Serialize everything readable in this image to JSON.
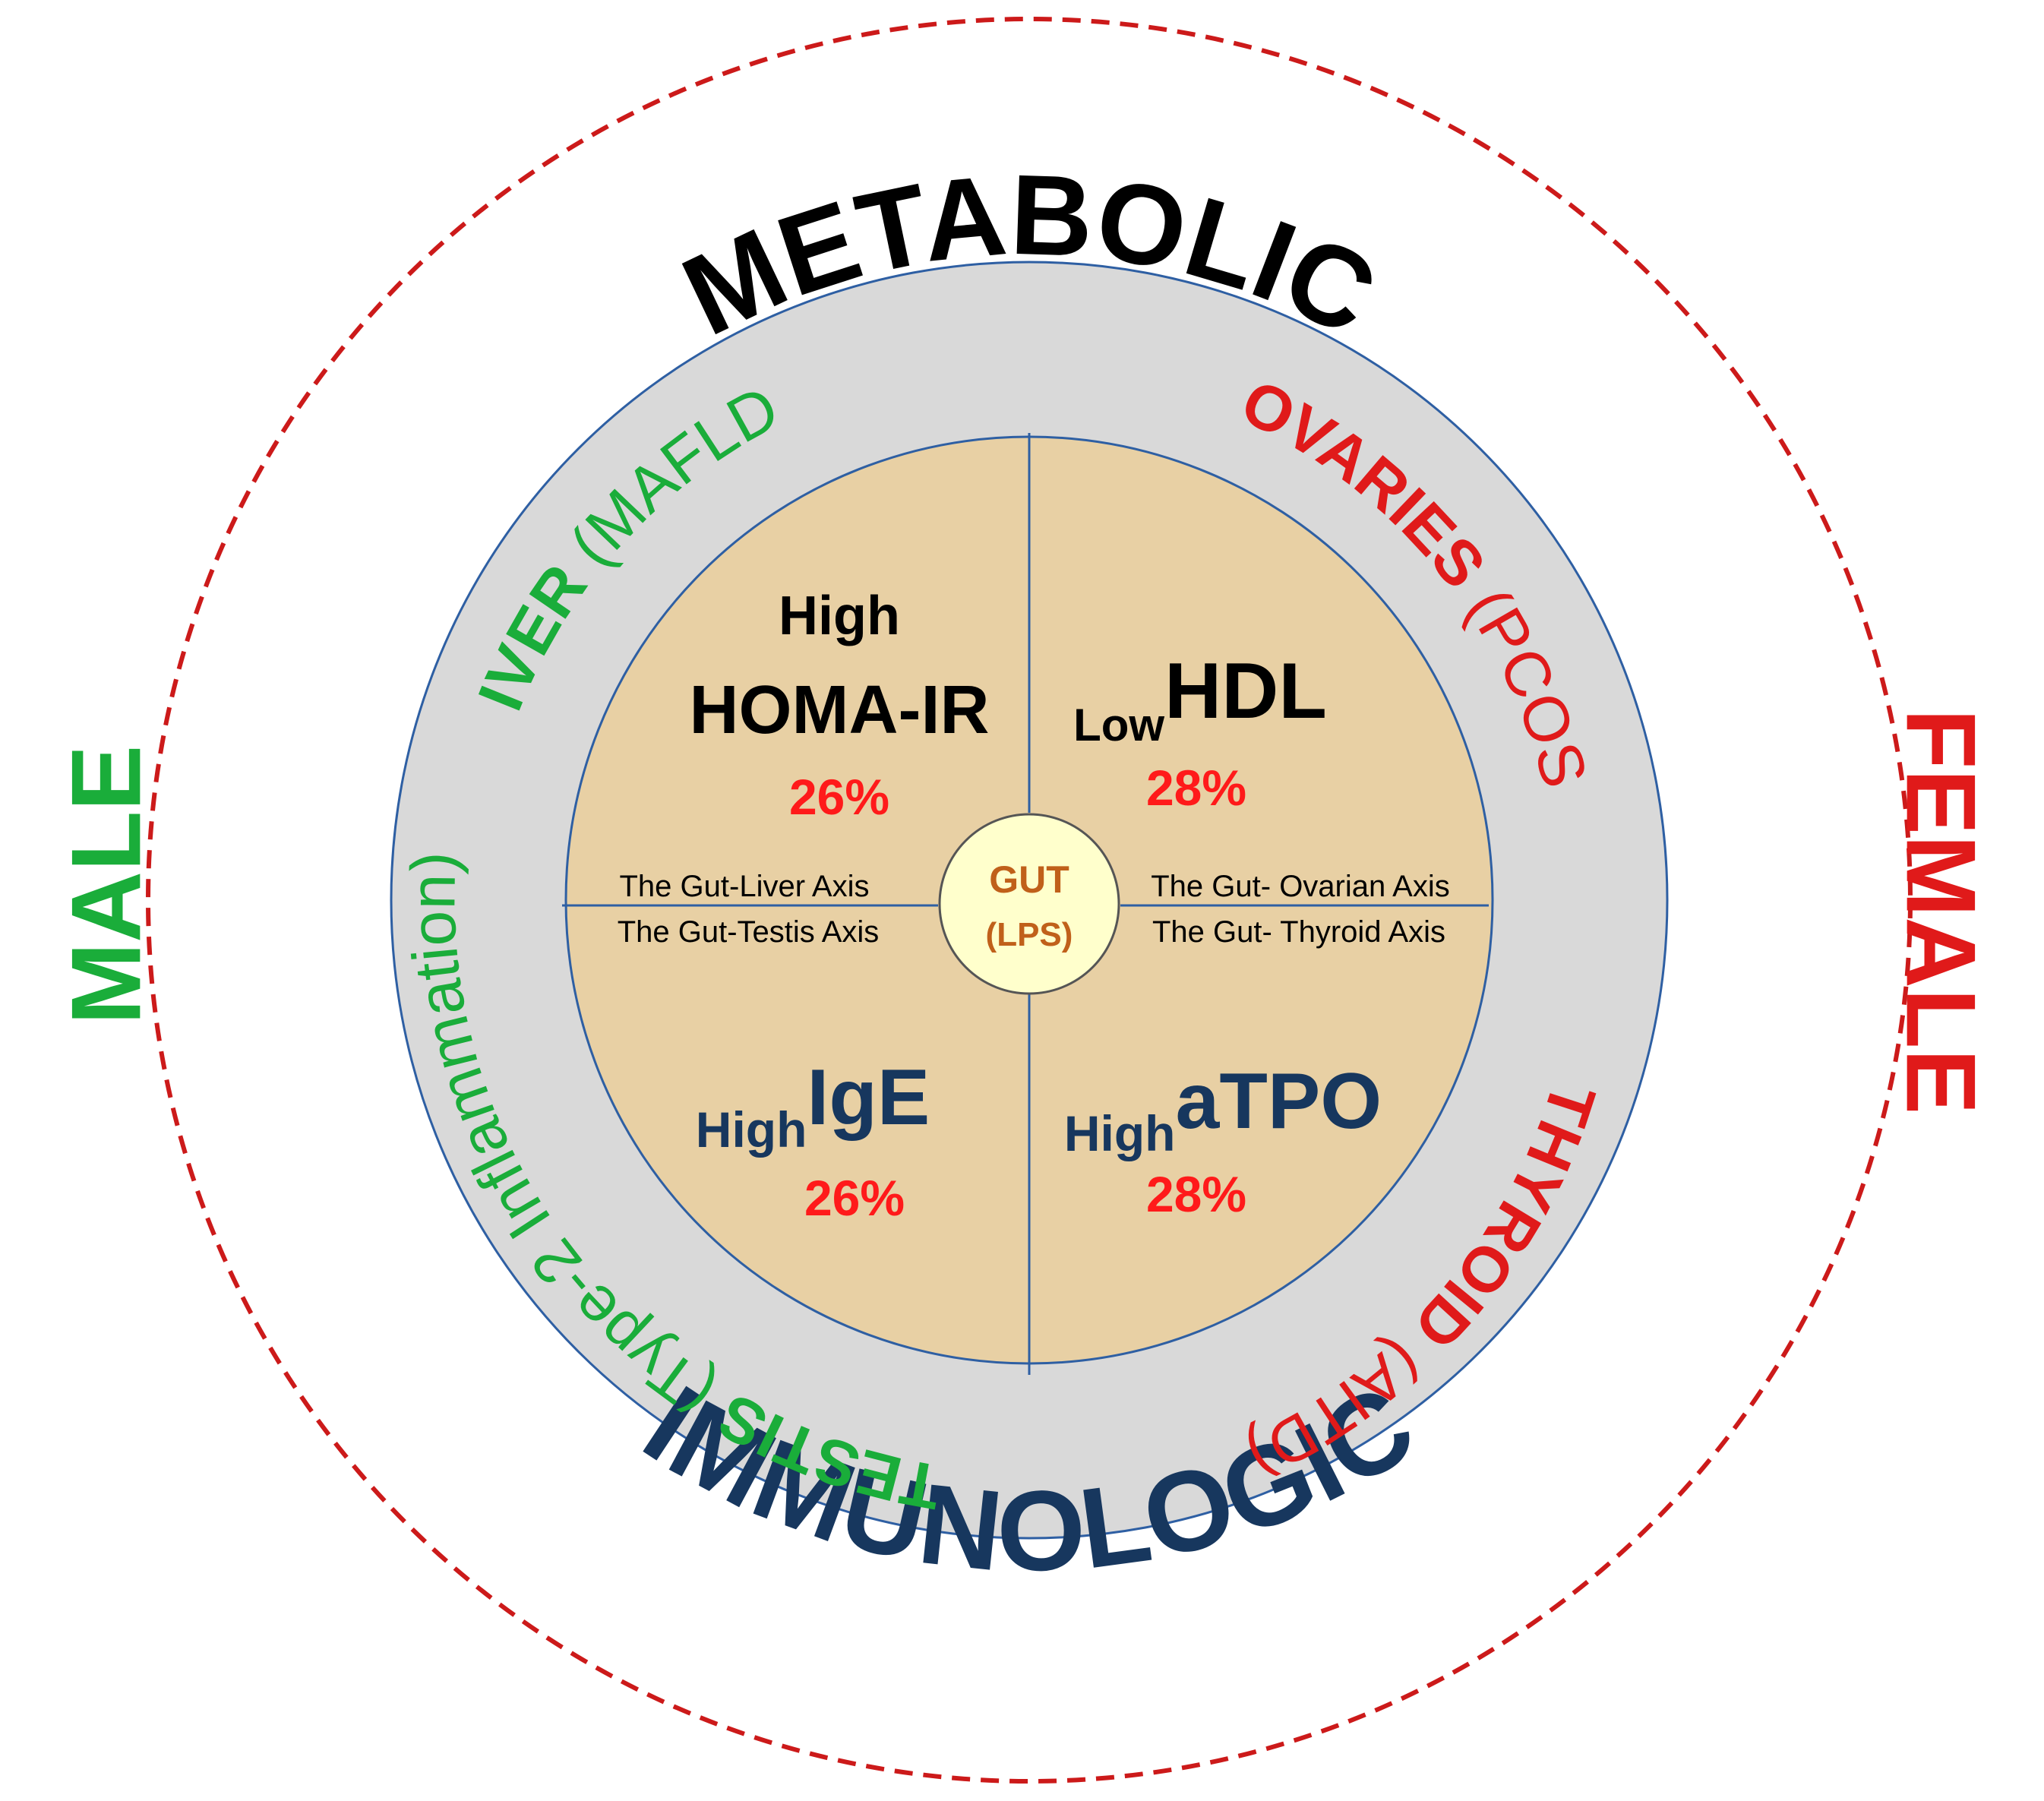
{
  "colors": {
    "green": "#1aad3a",
    "red": "#e01a1a",
    "navy": "#17375e",
    "black": "#000000",
    "gray_ring": "#d9d9d9",
    "ring_stroke": "#2e5fa3",
    "tan": "#e8d0a4",
    "gut_fill": "#ffffcc",
    "gut_text": "#c0601a",
    "dashed": "#cc1a1a"
  },
  "outer": {
    "top": "METABOLIC",
    "bottom": "IMMUNOLOGIC",
    "left": "MALE",
    "right": "FEMALE"
  },
  "ring": {
    "liver_bold": "LIVER",
    "liver_paren": " (MAFLD)",
    "ovaries_bold": "OVARIES",
    "ovaries_paren": " (PCOS)",
    "testis_bold": "TESTIS",
    "testis_paren": " (Type-2 Inflammation)",
    "thyroid_bold": "THYROID",
    "thyroid_paren": " (AITD)"
  },
  "quadrants": {
    "top_left": {
      "line1": "High",
      "line2": "HOMA-IR",
      "pct": "26%"
    },
    "top_right": {
      "sub": "Low",
      "main": "HDL",
      "pct": "28%"
    },
    "bottom_left": {
      "sub": "High",
      "main": "IgE",
      "pct": "26%"
    },
    "bottom_right": {
      "sub": "High",
      "main": "aTPO",
      "pct": "28%"
    }
  },
  "axes": {
    "gut_liver": "The Gut-Liver  Axis",
    "gut_testis": "The Gut-Testis Axis",
    "gut_ovarian": "The Gut- Ovarian Axis",
    "gut_thyroid": "The Gut- Thyroid Axis"
  },
  "center": {
    "line1": "GUT",
    "line2": "(LPS)"
  }
}
